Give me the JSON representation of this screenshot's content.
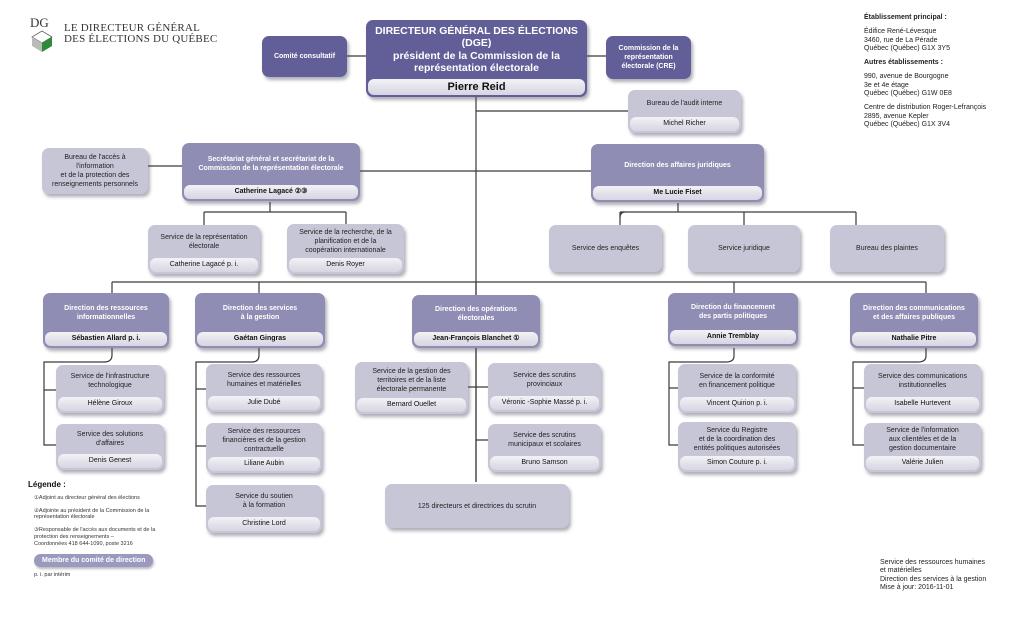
{
  "header": {
    "logo_line1": "LE DIRECTEUR GÉNÉRAL",
    "logo_line2": "DES ÉLECTIONS DU QUÉBEC",
    "logo_icon": "dgeq-ballot-box-icon"
  },
  "top": {
    "dg": {
      "title": "DIRECTEUR GÉNÉRAL DES ÉLECTIONS\n(DGE)\nprésident de la Commission de la\nreprésentation électorale",
      "name": "Pierre Reid"
    },
    "comite": {
      "title": "Comité consultatif"
    },
    "cre": {
      "title": "Commission de la\nreprésentation\nélectorale (CRE)"
    },
    "audit": {
      "title": "Bureau de l'audit interne",
      "name": "Michel Richer"
    },
    "acces": {
      "title": "Bureau de l'accès à l'information\net de la protection des\nrenseignements personnels"
    },
    "secretariat": {
      "title": "Secrétariat général et secrétariat de la\nCommission de la représentation électorale",
      "name": "Catherine Lagacé ②③"
    },
    "juridique": {
      "title": "Direction des affaires juridiques",
      "name": "Me Lucie Fiset"
    }
  },
  "secretariat_units": [
    {
      "title": "Service de la représentation\nélectorale",
      "name": "Catherine Lagacé p. i."
    },
    {
      "title": "Service de la recherche, de la\nplanification et de la\ncoopération internationale",
      "name": "Denis Royer"
    }
  ],
  "juridique_units": [
    {
      "title": "Service des enquêtes"
    },
    {
      "title": "Service juridique"
    },
    {
      "title": "Bureau des plaintes"
    }
  ],
  "directions": [
    {
      "title": "Direction des ressources\ninformationnelles",
      "name": "Sébastien Allard p. i."
    },
    {
      "title": "Direction des services\nà la gestion",
      "name": "Gaétan Gingras"
    },
    {
      "title": "Direction des opérations\nélectorales",
      "name": "Jean-François Blanchet ①"
    },
    {
      "title": "Direction du financement\ndes partis politiques",
      "name": "Annie Tremblay"
    },
    {
      "title": "Direction des communications\net des affaires publiques",
      "name": "Nathalie Pitre"
    }
  ],
  "dri_units": [
    {
      "title": "Service de l'infrastructure\ntechnologique",
      "name": "Hélène Giroux"
    },
    {
      "title": "Service des solutions d'affaires",
      "name": "Denis Genest"
    }
  ],
  "dsg_units": [
    {
      "title": "Service des ressources\nhumaines et matérielles",
      "name": "Julie Dubé"
    },
    {
      "title": "Service des ressources\nfinancières et de la gestion\ncontractuelle",
      "name": "Liliane Aubin"
    },
    {
      "title": "Service du soutien\nà la formation",
      "name": "Christine Lord"
    }
  ],
  "doe_units": [
    {
      "title": "Service de la gestion des\nterritoires et de la liste\nélectorale permanente",
      "name": "Bernard Ouellet"
    },
    {
      "title": "Service des scrutins\nprovinciaux",
      "name": "Véronic -Sophie Massé p. i."
    },
    {
      "title": "Service des scrutins\nmunicipaux et scolaires",
      "name": "Bruno Samson"
    },
    {
      "title": "125 directeurs et directrices du scrutin"
    }
  ],
  "dfpp_units": [
    {
      "title": "Service de la conformité\nen financement politique",
      "name": "Vincent Quirion p. i."
    },
    {
      "title": "Service du Registre\net de la coordination des\nentités politiques autorisées",
      "name": "Simon Couture p. i."
    }
  ],
  "dcap_units": [
    {
      "title": "Service des communications\ninstitutionnelles",
      "name": "Isabelle Hurtevent"
    },
    {
      "title": "Service de l'information\naux clientèles et de la\ngestion documentaire",
      "name": "Valérie Julien"
    }
  ],
  "address": {
    "principal_heading": "Établissement principal :",
    "principal": "Édifice René-Lévesque\n3460, rue de La Pérade\nQuébec (Québec)  G1X 3Y5",
    "autres_heading": "Autres établissements :",
    "autre1": "990, avenue de Bourgogne\n3e et 4e étage\nQuébec (Québec)  G1W 0E8",
    "autre2": "Centre de distribution Roger-Lefrançois\n2895, avenue Kepler\nQuébec (Québec)  G1X 3V4"
  },
  "legend": {
    "heading": "Légende :",
    "items": [
      "①Adjoint au directeur général des élections",
      "②Adjointe au président de la Commission de la\n   représentation électorale",
      "③Responsable de l'accès aux documents et de la\n   protection des renseignements –\n   Coordonnées 418 644-1090, poste 3216"
    ],
    "comite_badge": "Membre du comité de direction",
    "pi_note": "p. i. par intérim"
  },
  "footer": {
    "text": "Service des ressources humaines\net matérielles\nDirection des services à la gestion\nMise à jour: 2016-11-01"
  },
  "colors": {
    "dark": "#625f98",
    "mid": "#8f8db3",
    "light": "#c7c6d7",
    "line": "#333333"
  }
}
